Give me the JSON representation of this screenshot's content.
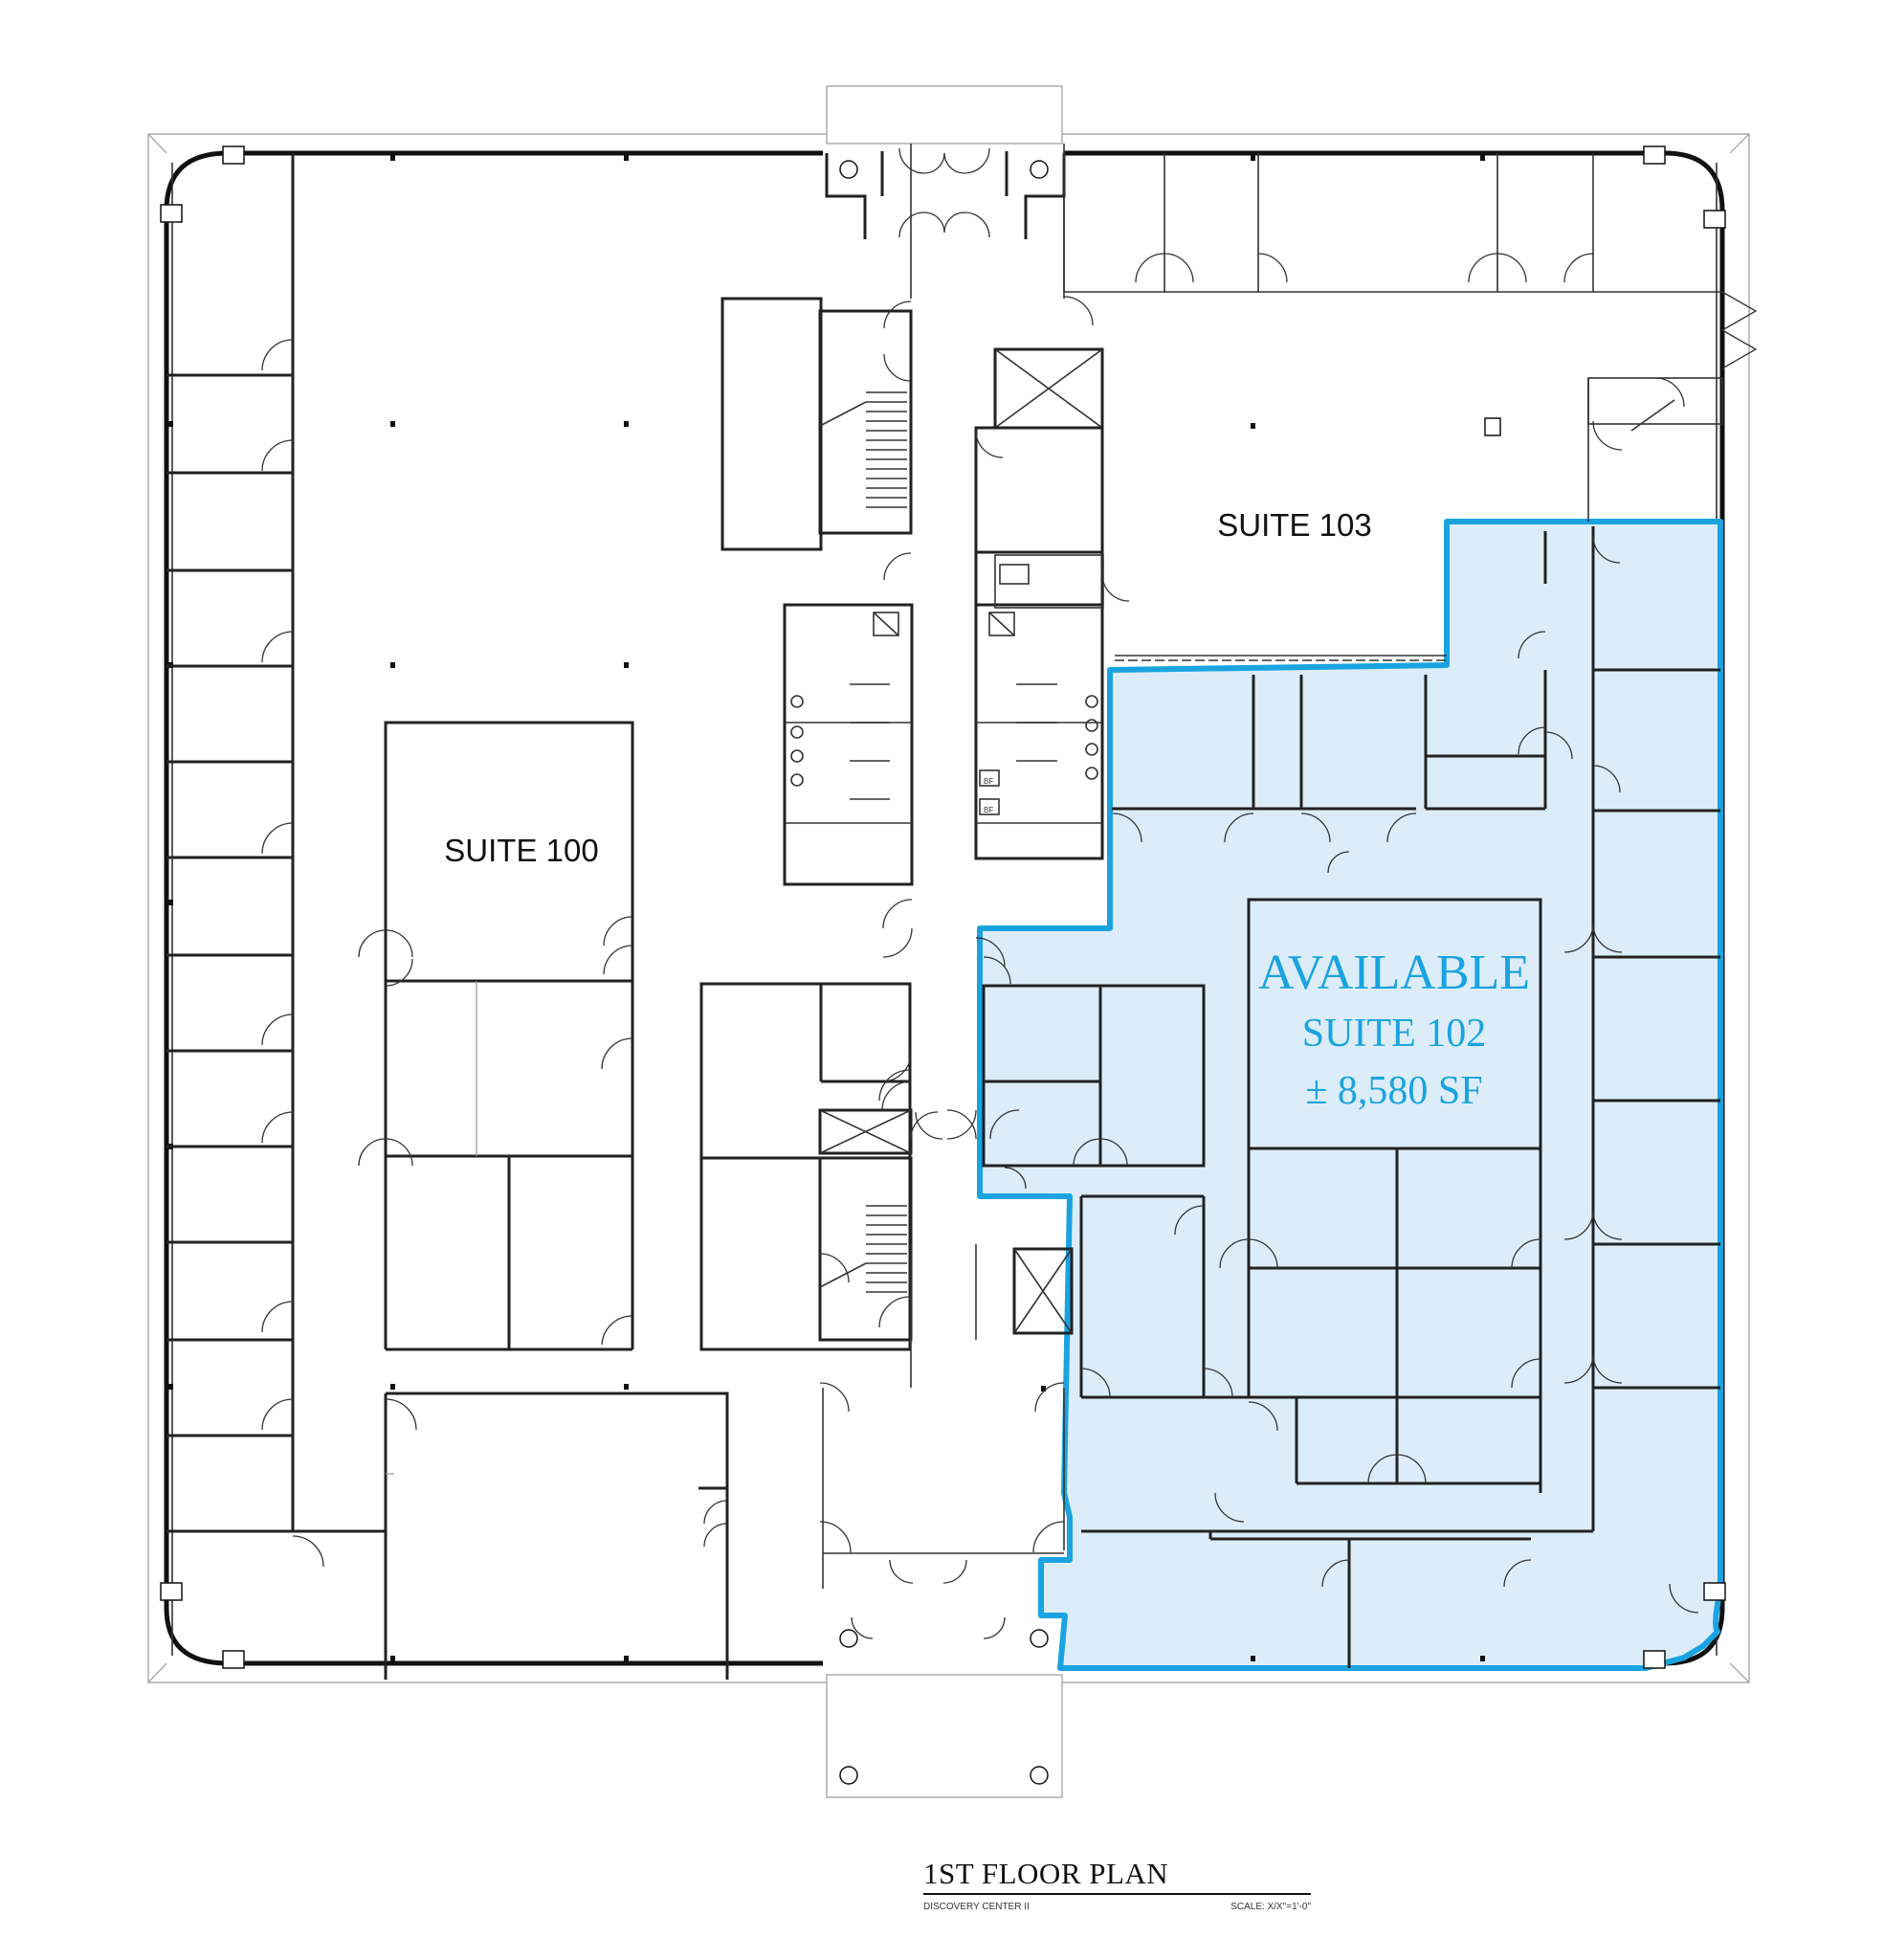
{
  "labels": {
    "suite_100": "SUITE 100",
    "suite_103": "SUITE 103",
    "available": "AVAILABLE",
    "suite_102": "SUITE 102",
    "area": "± 8,580 SF",
    "sign_bf_1": "BF",
    "sign_bf_2": "BF"
  },
  "title_block": {
    "title": "1ST FLOOR PLAN",
    "project": "DISCOVERY CENTER II",
    "scale": "SCALE: X/X\"=1'-0\""
  },
  "colors": {
    "highlight_fill": "#dcedf9",
    "highlight_outline": "#1aa3e0",
    "wall": "#222222"
  }
}
